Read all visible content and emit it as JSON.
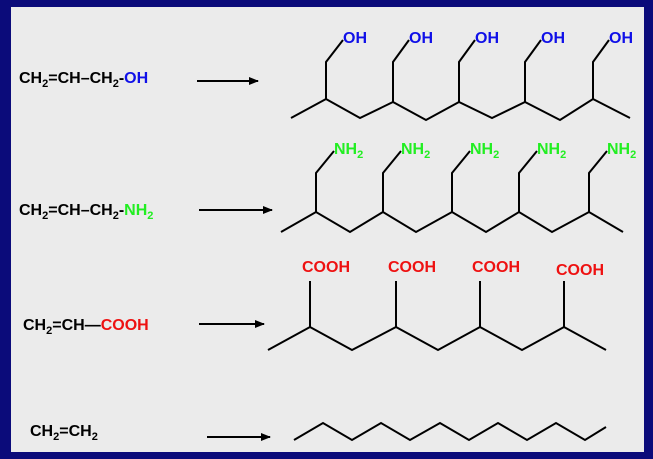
{
  "colors": {
    "frame": "#0b0b7a",
    "panel": "#ebebeb",
    "bond": "#000000",
    "hydroxyl": "#1010e8",
    "amine": "#22ee22",
    "carboxyl": "#ee1111"
  },
  "reactions": [
    {
      "monomer": {
        "prefix": "CH",
        "sub1": "2",
        "mid": "=CH–CH",
        "sub2": "2",
        "dash": "-",
        "group": "OH",
        "group_sub": "",
        "group_color": "hydroxyl"
      },
      "polymer": {
        "group": "OH",
        "group_sub": "",
        "group_color": "hydroxyl"
      }
    },
    {
      "monomer": {
        "prefix": "CH",
        "sub1": "2",
        "mid": "=CH–CH",
        "sub2": "2",
        "dash": "-",
        "group": "NH",
        "group_sub": "2",
        "group_color": "amine"
      },
      "polymer": {
        "group": "NH",
        "group_sub": "2",
        "group_color": "amine"
      }
    },
    {
      "monomer": {
        "prefix": "CH",
        "sub1": "2",
        "mid": "=CH—",
        "group": "COOH",
        "group_color": "carboxyl"
      },
      "polymer": {
        "group": "COOH",
        "group_color": "carboxyl"
      }
    },
    {
      "monomer": {
        "prefix": "CH",
        "sub1": "2",
        "mid": "=CH",
        "sub2": "2"
      }
    }
  ]
}
